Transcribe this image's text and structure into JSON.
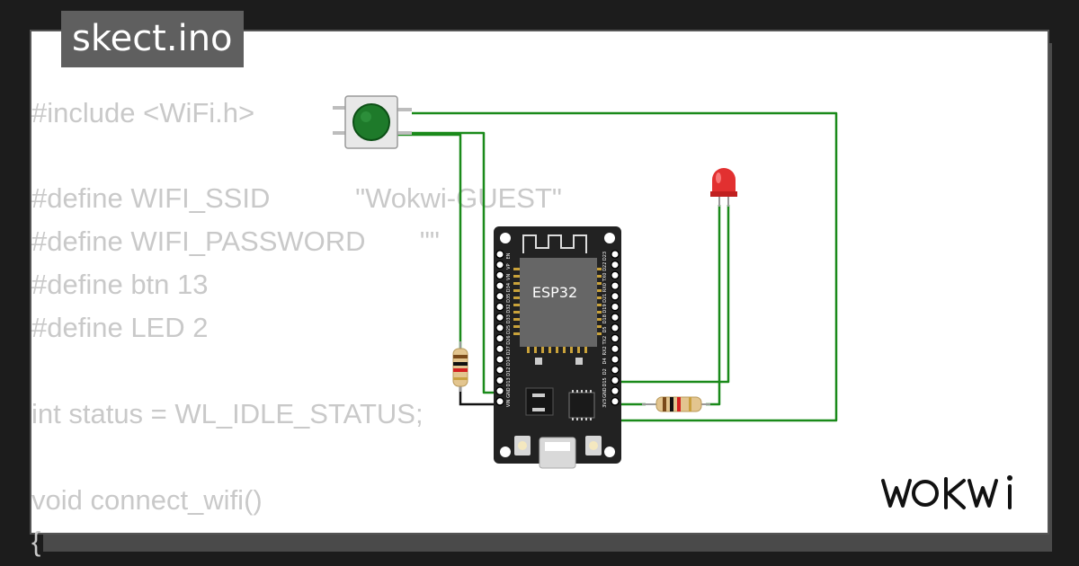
{
  "project": {
    "filename": "skect.ino",
    "brand": "WOKWI"
  },
  "code_lines": [
    "#include <WiFi.h>",
    "",
    "#define WIFI_SSID           \"Wokwi-GUEST\"",
    "#define WIFI_PASSWORD       \"\"",
    "#define btn 13",
    "#define LED 2",
    "",
    "int status = WL_IDLE_STATUS;",
    "",
    "void connect_wifi()",
    "{"
  ],
  "board": {
    "label": "ESP32",
    "left_pins": [
      "EN",
      "VP",
      "VN",
      "D34",
      "D35",
      "D32",
      "D33",
      "D25",
      "D26",
      "D27",
      "D14",
      "D12",
      "D13",
      "GND",
      "VIN"
    ],
    "right_pins": [
      "D23",
      "D22",
      "TX0",
      "RX0",
      "D21",
      "D19",
      "D18",
      "D5",
      "TX2",
      "RX2",
      "D4",
      "D2",
      "D15",
      "GND",
      "3V3"
    ]
  },
  "colors": {
    "wire": "#1a8a1a",
    "board": "#222222",
    "button_cap": "#1e7a2a",
    "led": "#e23030",
    "code_text": "#c9c9c9",
    "title_bg": "#5f5f5f"
  },
  "icons": [
    "pushbutton-icon",
    "led-icon",
    "resistor-icon",
    "esp32-board-icon",
    "usb-port-icon"
  ]
}
